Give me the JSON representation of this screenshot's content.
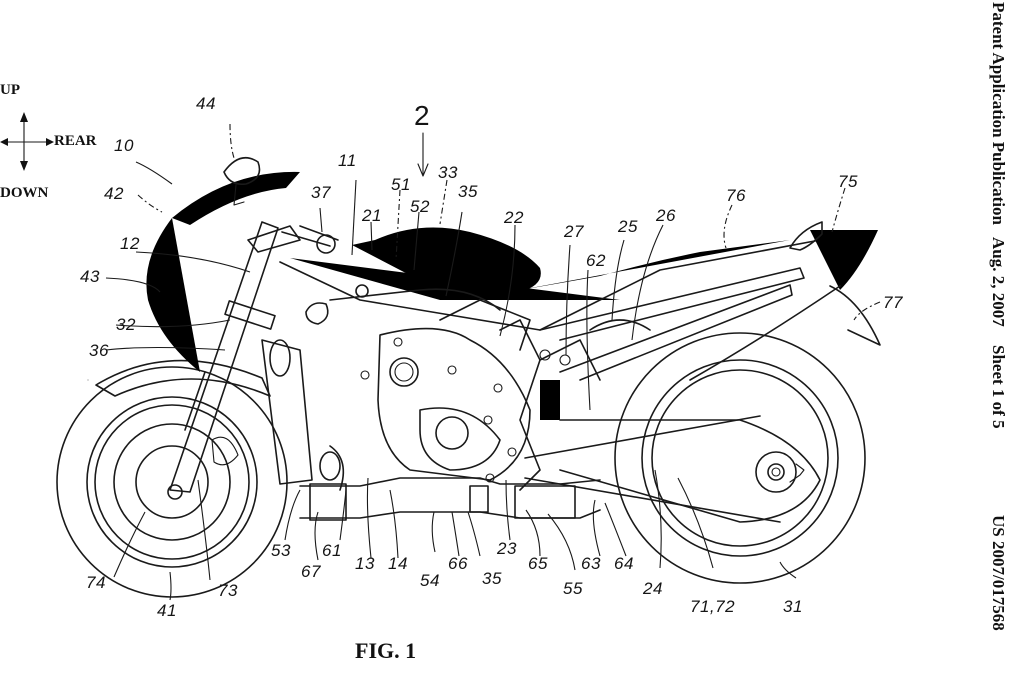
{
  "header": {
    "publication_type": "Patent Application Publication",
    "date": "Aug. 2, 2007",
    "sheet": "Sheet 1 of 5",
    "number": "US 2007/017568"
  },
  "orientation": {
    "up": "UP",
    "down": "DOWN",
    "rear": "REAR"
  },
  "figure": {
    "label": "FIG. 1",
    "subject": "motorcycle side view",
    "section_marker": "2"
  },
  "reference_numerals": {
    "r10": "10",
    "r11": "11",
    "r12": "12",
    "r13": "13",
    "r14": "14",
    "r21": "21",
    "r22": "22",
    "r23": "23",
    "r24": "24",
    "r25": "25",
    "r26": "26",
    "r27": "27",
    "r31": "31",
    "r32": "32",
    "r33": "33",
    "r35a": "35",
    "r35b": "35",
    "r36": "36",
    "r37": "37",
    "r41": "41",
    "r42": "42",
    "r43": "43",
    "r44": "44",
    "r51": "51",
    "r52": "52",
    "r53": "53",
    "r54": "54",
    "r55": "55",
    "r61": "61",
    "r62": "62",
    "r63": "63",
    "r64": "64",
    "r65": "65",
    "r66": "66",
    "r67": "67",
    "r7172": "71,72",
    "r73": "73",
    "r74": "74",
    "r75": "75",
    "r76": "76",
    "r77": "77"
  }
}
